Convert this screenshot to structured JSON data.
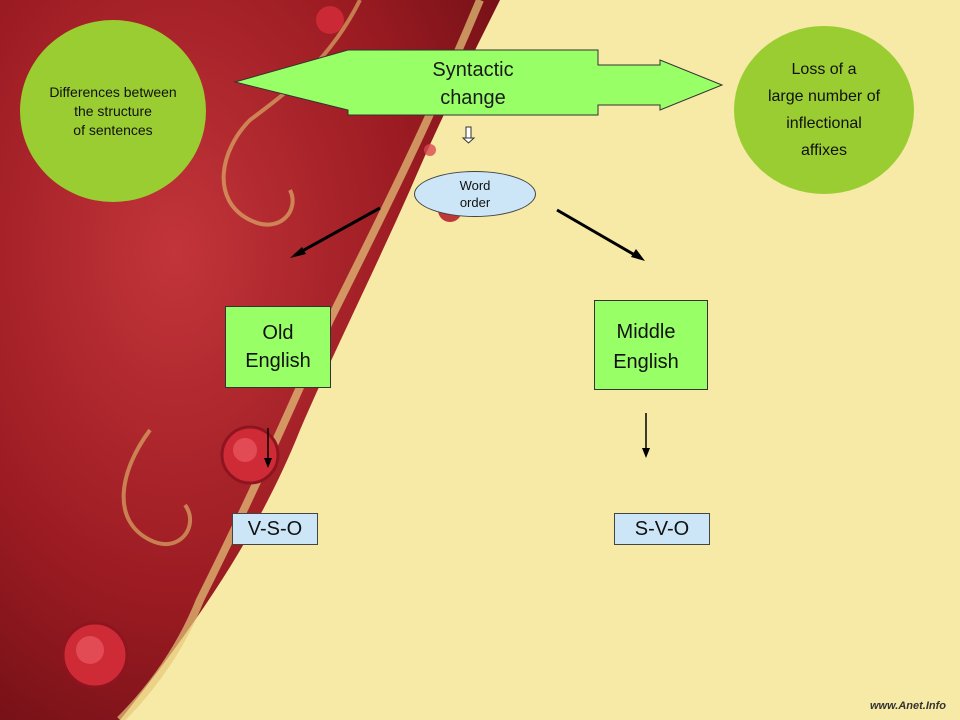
{
  "slide": {
    "left_circle": "Differences between\nthe structure\nof sentences",
    "right_circle": "Loss of a\nlarge number of\ninflectional\naffixes",
    "center_arrow": "Syntactic\nchange",
    "word_order": "Word\norder",
    "old_english": "Old\nEnglish",
    "middle_english": "Middle\nEnglish",
    "old_order": "V-S-O",
    "middle_order": "S-V-O",
    "watermark": "www.Anet.Info"
  },
  "colors": {
    "background": "#f7eaa6",
    "burgundy": "#9b1b22",
    "green_box": "#99ff66",
    "circle_green": "#9acd32",
    "blue_box": "#cce6f8"
  }
}
